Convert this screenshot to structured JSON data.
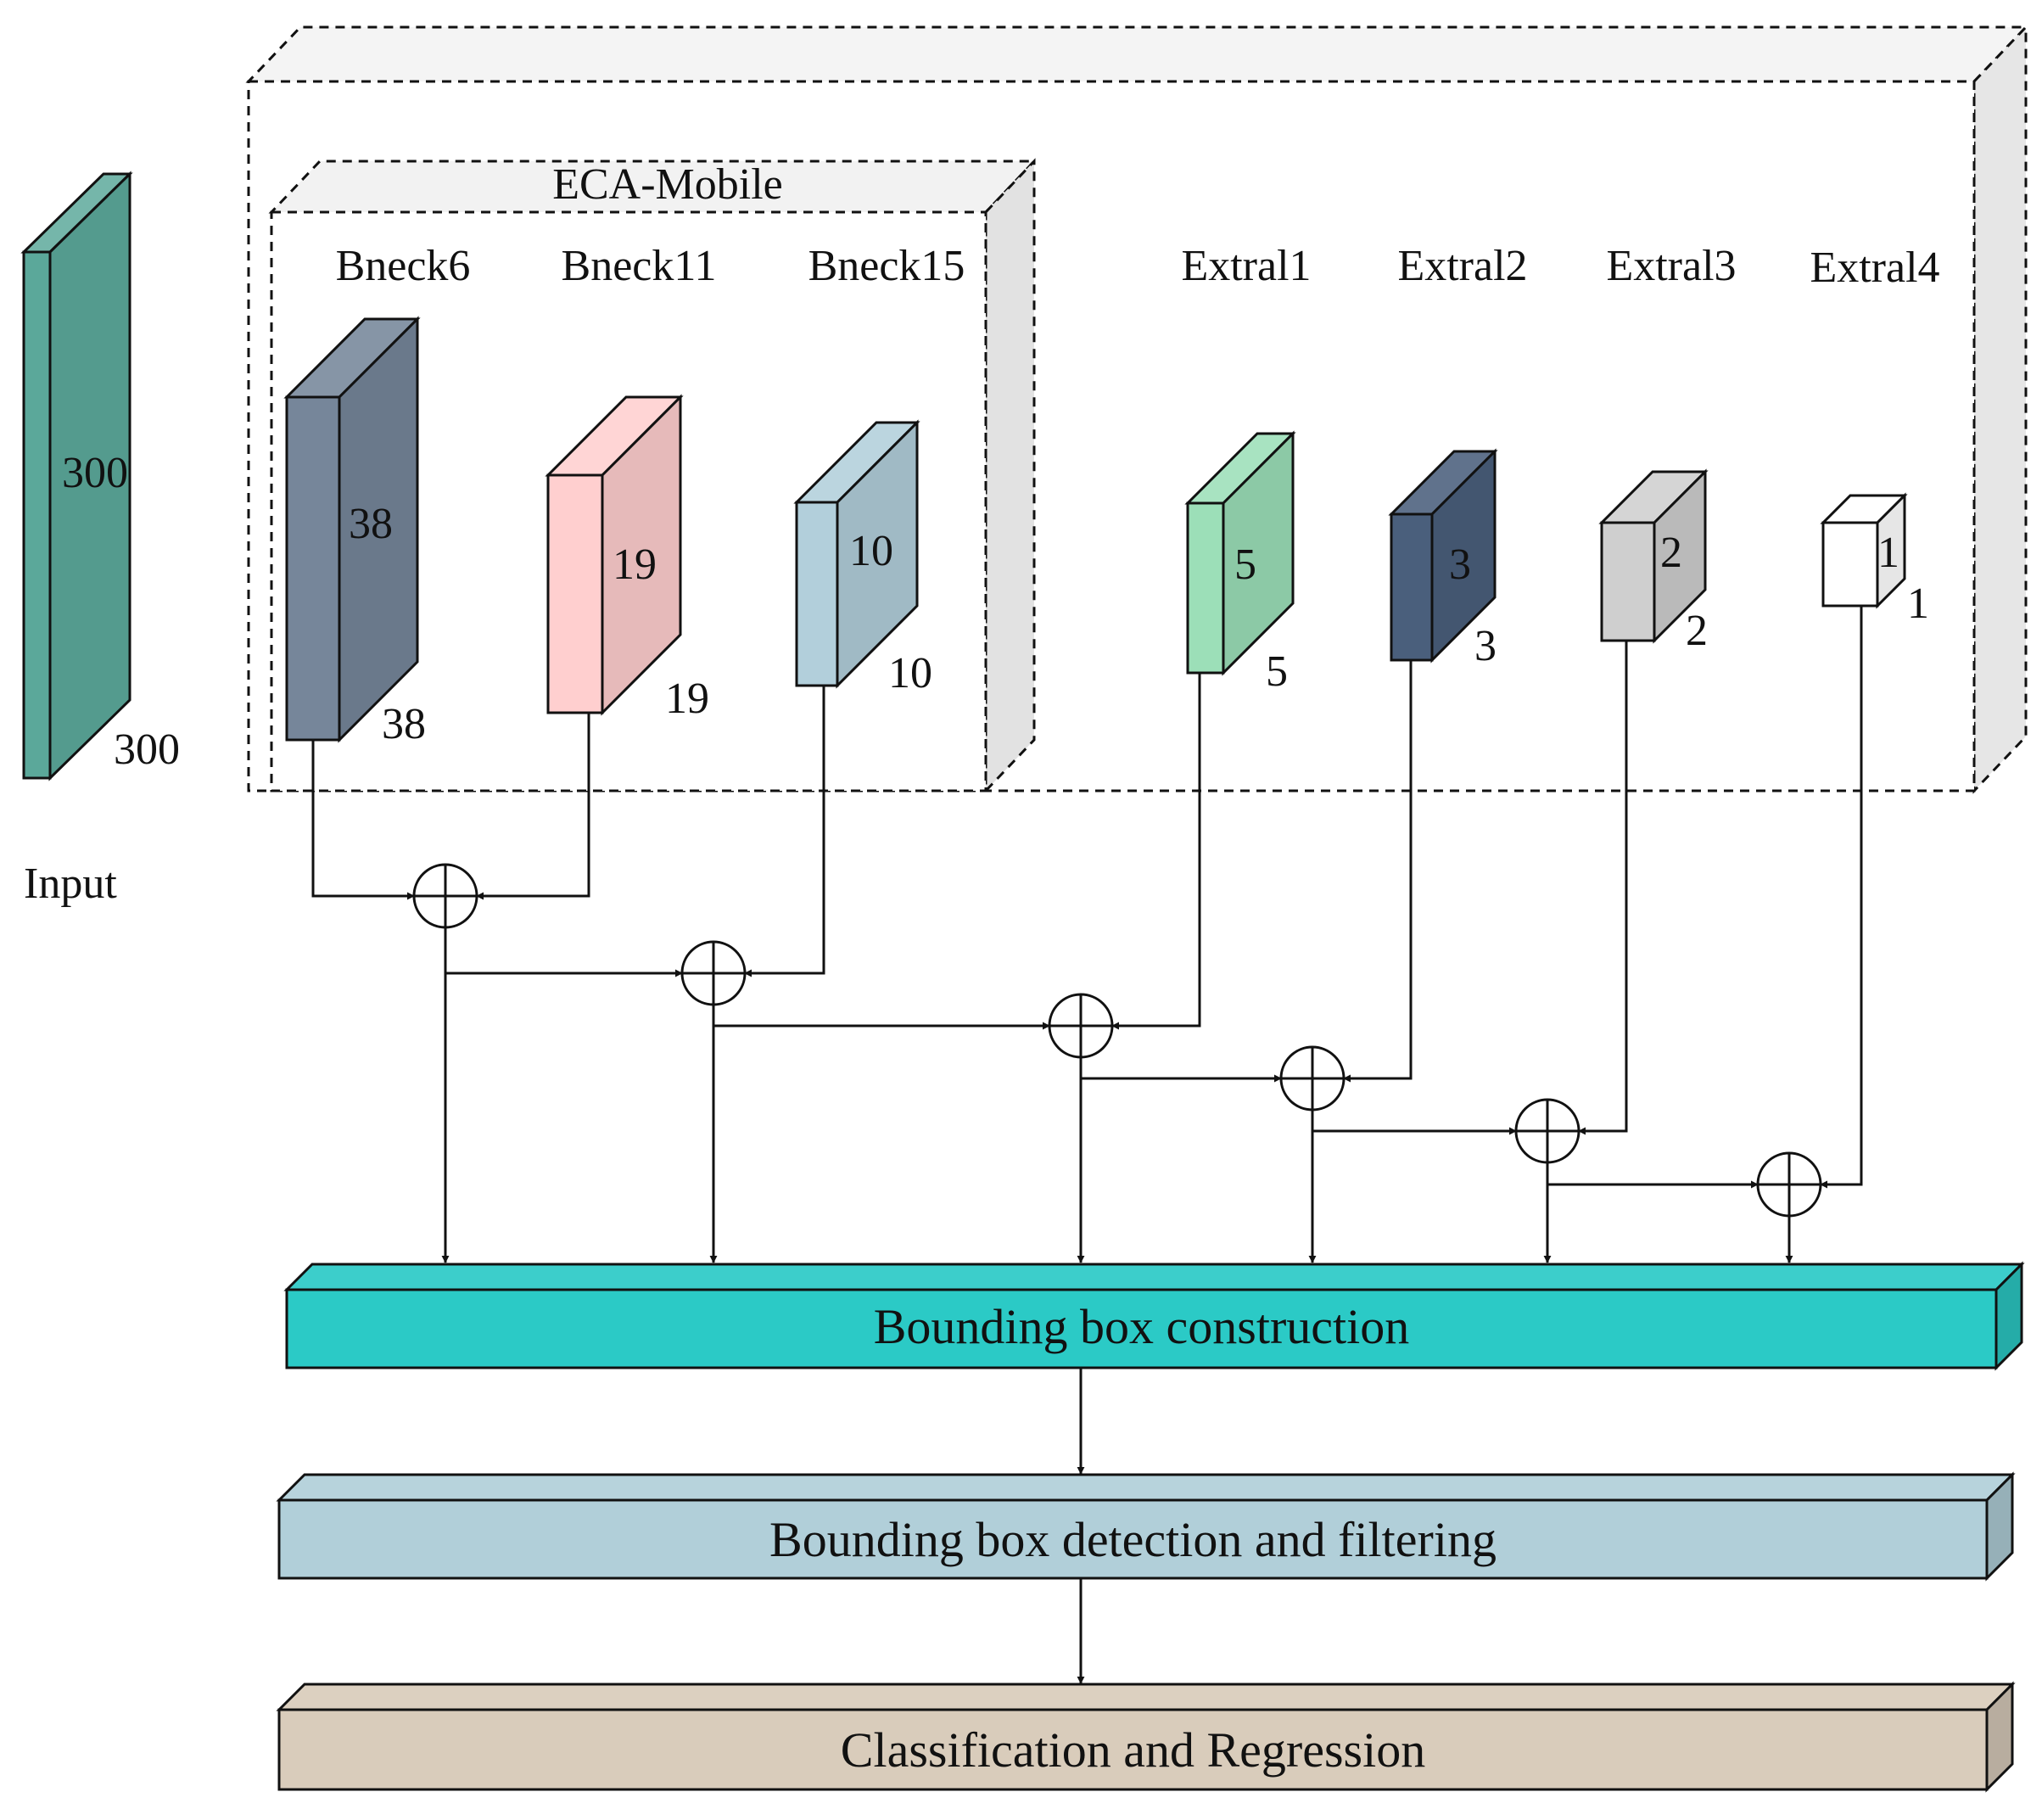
{
  "colors": {
    "input": "#5ba89a",
    "bneck6": "#76869a",
    "bneck11": "#ffcfcf",
    "bneck15": "#b2cfdb",
    "extral1": "#9cdfb8",
    "extral2": "#4a5f7c",
    "extral3": "#cfcfcf",
    "extral4": "#ffffff",
    "bar_construction": "#2bcac6",
    "bar_detection": "#b1cfd9",
    "bar_classification": "#d9ccbb",
    "outer_panel": "#efefef"
  },
  "input": {
    "label": "Input",
    "height_dim": "300",
    "width_dim": "300"
  },
  "group": {
    "label": "ECA-Mobile"
  },
  "blocks": [
    {
      "id": "bneck6",
      "label": "Bneck6",
      "front_dim": "38",
      "side_dim": "38"
    },
    {
      "id": "bneck11",
      "label": "Bneck11",
      "front_dim": "19",
      "side_dim": "19"
    },
    {
      "id": "bneck15",
      "label": "Bneck15",
      "front_dim": "10",
      "side_dim": "10"
    },
    {
      "id": "extral1",
      "label": "Extral1",
      "front_dim": "5",
      "side_dim": "5"
    },
    {
      "id": "extral2",
      "label": "Extral2",
      "front_dim": "3",
      "side_dim": "3"
    },
    {
      "id": "extral3",
      "label": "Extral3",
      "front_dim": "2",
      "side_dim": "2"
    },
    {
      "id": "extral4",
      "label": "Extral4",
      "front_dim": "1",
      "side_dim": "1"
    }
  ],
  "operator_symbol": "⊕",
  "stages": [
    {
      "id": "construction",
      "label": "Bounding box construction"
    },
    {
      "id": "detection",
      "label": "Bounding box detection and filtering"
    },
    {
      "id": "classification",
      "label": "Classification and Regression"
    }
  ]
}
